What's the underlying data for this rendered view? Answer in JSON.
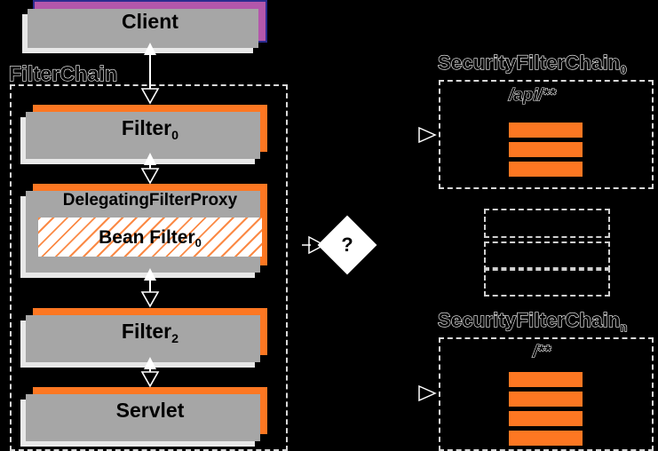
{
  "diagram": {
    "title": "Spring Security FilterChain delegation diagram",
    "background_color": "#000000",
    "colors": {
      "client_fill": "#b357ab",
      "client_border": "#2b2b8f",
      "filter_fill": "#fd7722",
      "shadow_near": "#a6a6a6",
      "shadow_far": "#e8e8e8",
      "dashed_border": "#d8d8d8",
      "hatch_stripe": "#fb8a46",
      "hatch_bg": "#ffffff",
      "diamond_fill": "#ffffff"
    }
  },
  "left_column": {
    "client": {
      "label": "Client"
    },
    "filter_chain": {
      "group_label": "FilterChain",
      "nodes": [
        {
          "label": "Filter",
          "subscript": "0"
        },
        {
          "label": "DelegatingFilterProxy",
          "inner_label": "Bean Filter",
          "inner_subscript": "0"
        },
        {
          "label": "Filter",
          "subscript": "2"
        },
        {
          "label": "Servlet",
          "subscript": ""
        }
      ]
    }
  },
  "decision": {
    "label": "?",
    "shape": "diamond"
  },
  "right_column": {
    "chains": [
      {
        "title": "SecurityFilterChain",
        "title_subscript": "0",
        "pattern": "/api/**",
        "filter_count": 3
      },
      {
        "title": "",
        "title_subscript": "",
        "pattern": "",
        "filter_count": 0,
        "placeholder": true,
        "placeholder_rows": 3
      },
      {
        "title": "SecurityFilterChain",
        "title_subscript": "n",
        "pattern": "/**",
        "filter_count": 4
      }
    ]
  },
  "icons": {
    "open_arrow": "open-arrow-icon",
    "double_arrow": "double-arrow-icon",
    "question_diamond": "question-diamond-icon"
  }
}
